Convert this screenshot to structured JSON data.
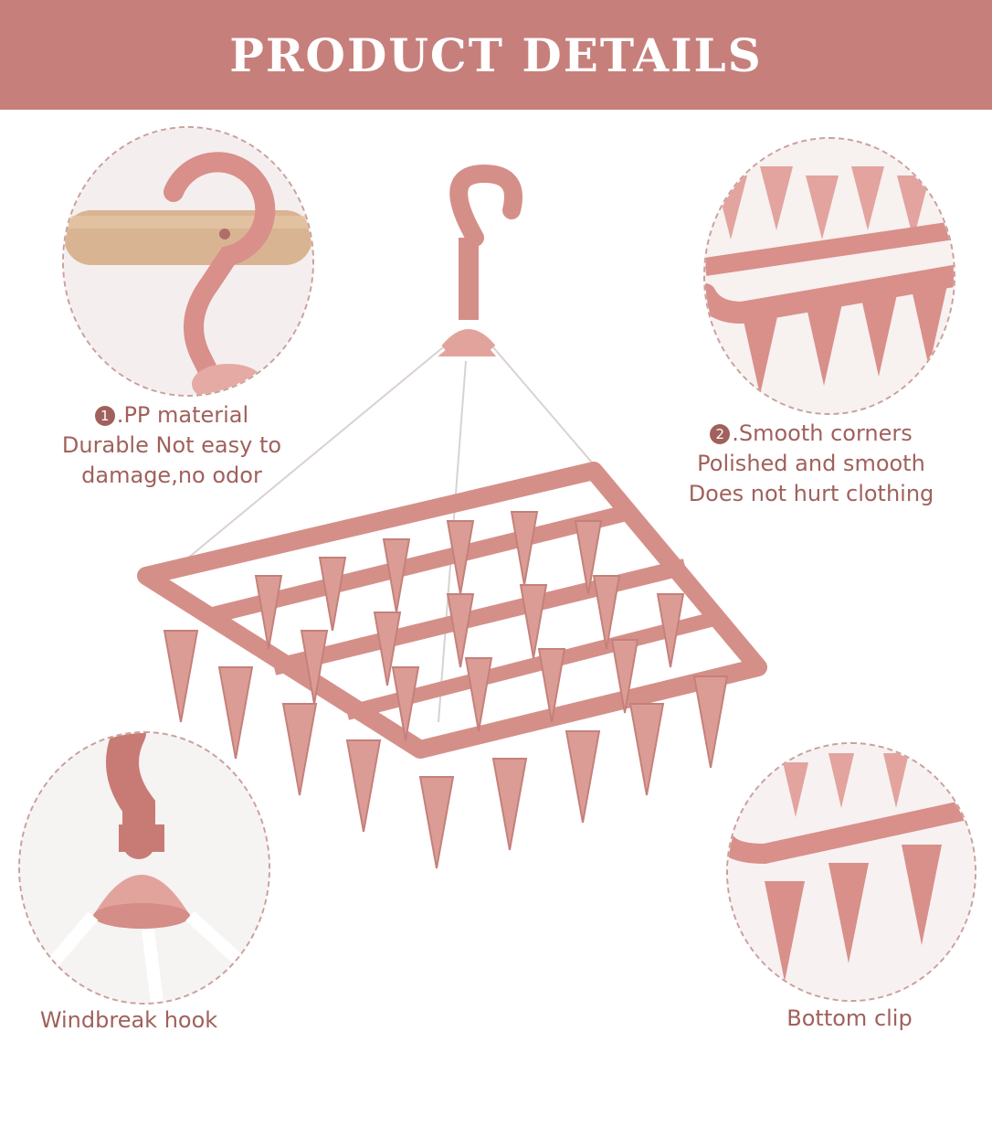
{
  "banner": {
    "title": "PRODUCT DETAILS"
  },
  "features": [
    {
      "number": "1",
      "lines": [
        "PP material",
        "Durable Not easy to",
        "damage,no odor"
      ]
    },
    {
      "number": "2",
      "lines": [
        "Smooth corners",
        "Polished and smooth",
        "Does not hurt clothing"
      ]
    },
    {
      "lines": [
        "Windbreak hook"
      ]
    },
    {
      "lines": [
        "Bottom clip"
      ]
    }
  ],
  "colors": {
    "banner": "#c77f7b",
    "caption_text": "#a0615c",
    "product_pink": "#d99893",
    "circle_border": "#c9a09c"
  },
  "icons": [
    "hook-detail-image",
    "corner-detail-image",
    "windbreak-hook-image",
    "bottom-clip-image",
    "clothes-hanger-image"
  ]
}
